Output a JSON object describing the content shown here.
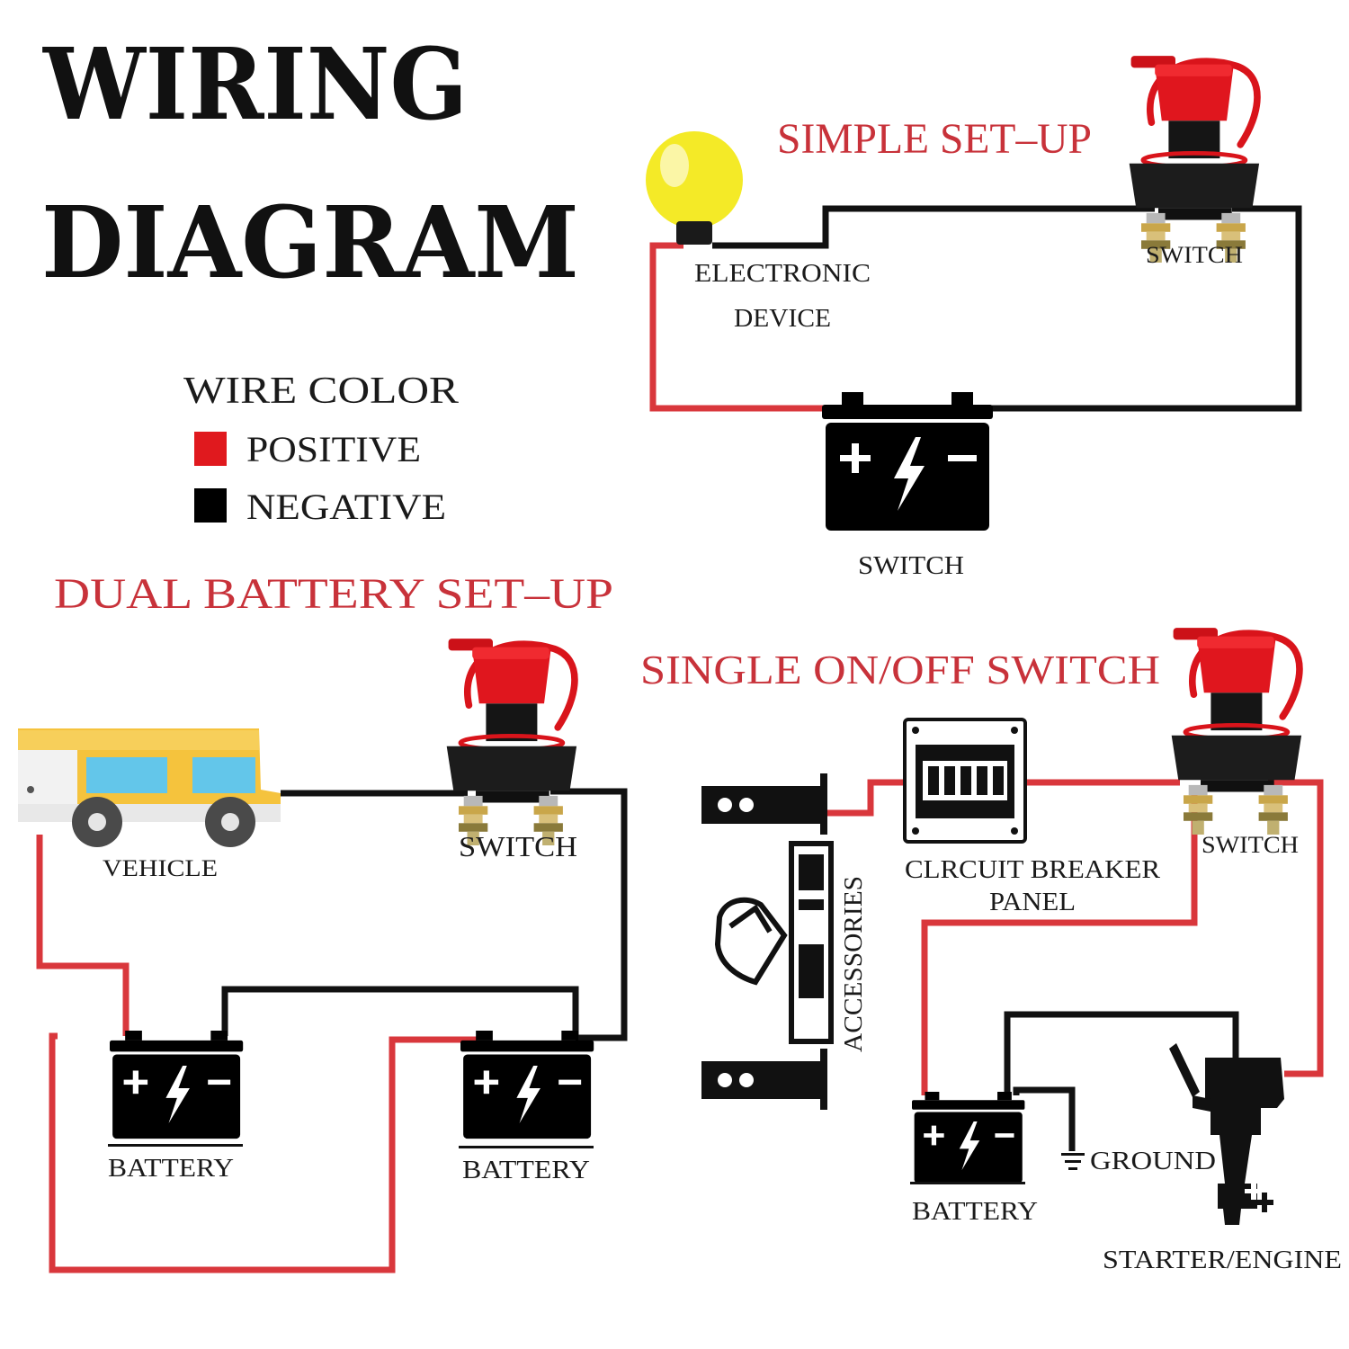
{
  "title": {
    "line1": "WIRING",
    "line2": "DIAGRAM"
  },
  "legend": {
    "heading": "WIRE COLOR",
    "items": [
      {
        "label": "POSITIVE",
        "color": "#e0191e"
      },
      {
        "label": "NEGATIVE",
        "color": "#000000"
      }
    ]
  },
  "colors": {
    "positive_wire": "#d9373c",
    "negative_wire": "#111111",
    "heading_red": "#c8323a"
  },
  "simple_setup": {
    "heading": "SIMPLE SET–UP",
    "device_label_line1": "ELECTRONIC",
    "device_label_line2": "DEVICE",
    "switch_label": "SWITCH",
    "battery_label": "SWITCH"
  },
  "dual_battery_setup": {
    "heading": "DUAL BATTERY  SET–UP",
    "vehicle_label": "VEHICLE",
    "switch_label": "SWITCH",
    "battery1_label": "BATTERY",
    "battery2_label": "BATTERY"
  },
  "single_switch_setup": {
    "heading": "SINGLE ON/OFF  SWITCH",
    "panel_label_line1": "CLRCUIT BREAKER",
    "panel_label_line2": "PANEL",
    "switch_label": "SWITCH",
    "accessories_label": "ACCESSORIES",
    "battery_label": "BATTERY",
    "ground_label": "GROUND",
    "engine_label": "STARTER/ENGINE"
  }
}
